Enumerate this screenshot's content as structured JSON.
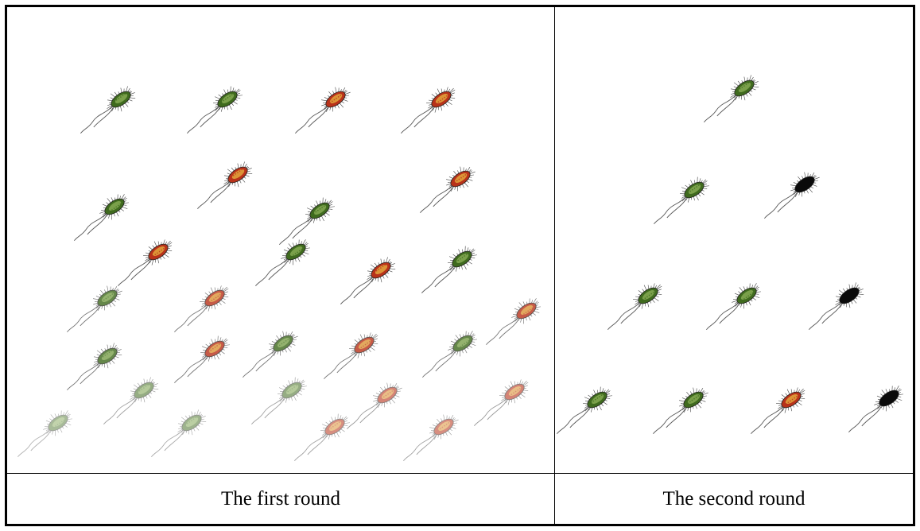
{
  "figure": {
    "captions": {
      "first": "The first round",
      "second": "The second round"
    },
    "colors": {
      "green": "#3f6a1e",
      "green_light": "#8fb35a",
      "red": "#b8321a",
      "red_light": "#e88a4a",
      "yellow": "#e8b640",
      "black": "#0a0a0a"
    },
    "rounds": [
      {
        "name": "first",
        "bacteria": [
          {
            "color": "green",
            "fade": 1.0
          },
          {
            "color": "green",
            "fade": 1.0
          },
          {
            "color": "red",
            "fade": 1.0
          },
          {
            "color": "red",
            "fade": 1.0
          },
          {
            "color": "green",
            "fade": 1.0
          },
          {
            "color": "red",
            "fade": 1.0
          },
          {
            "color": "green",
            "fade": 1.0
          },
          {
            "color": "red",
            "fade": 1.0
          },
          {
            "color": "red",
            "fade": 1.0
          },
          {
            "color": "green",
            "fade": 1.0
          },
          {
            "color": "red",
            "fade": 1.0
          },
          {
            "color": "green",
            "fade": 1.0
          },
          {
            "color": "green",
            "fade": 0.8
          },
          {
            "color": "red",
            "fade": 0.8
          },
          {
            "color": "red",
            "fade": 0.8
          },
          {
            "color": "green",
            "fade": 0.8
          },
          {
            "color": "red",
            "fade": 0.8
          },
          {
            "color": "green",
            "fade": 0.8
          },
          {
            "color": "red",
            "fade": 0.8
          },
          {
            "color": "green",
            "fade": 0.8
          },
          {
            "color": "green",
            "fade": 0.55
          },
          {
            "color": "green",
            "fade": 0.55
          },
          {
            "color": "red",
            "fade": 0.6
          },
          {
            "color": "red",
            "fade": 0.6
          },
          {
            "color": "green",
            "fade": 0.45
          },
          {
            "color": "green",
            "fade": 0.5
          },
          {
            "color": "red",
            "fade": 0.55
          },
          {
            "color": "red",
            "fade": 0.55
          }
        ]
      },
      {
        "name": "second",
        "bacteria": [
          {
            "color": "green",
            "fade": 1.0
          },
          {
            "color": "green",
            "fade": 1.0
          },
          {
            "color": "black",
            "fade": 1.0
          },
          {
            "color": "green",
            "fade": 1.0
          },
          {
            "color": "green",
            "fade": 1.0
          },
          {
            "color": "black",
            "fade": 1.0
          },
          {
            "color": "green",
            "fade": 1.0
          },
          {
            "color": "green",
            "fade": 1.0
          },
          {
            "color": "red",
            "fade": 1.0
          },
          {
            "color": "black",
            "fade": 1.0
          }
        ]
      }
    ]
  }
}
